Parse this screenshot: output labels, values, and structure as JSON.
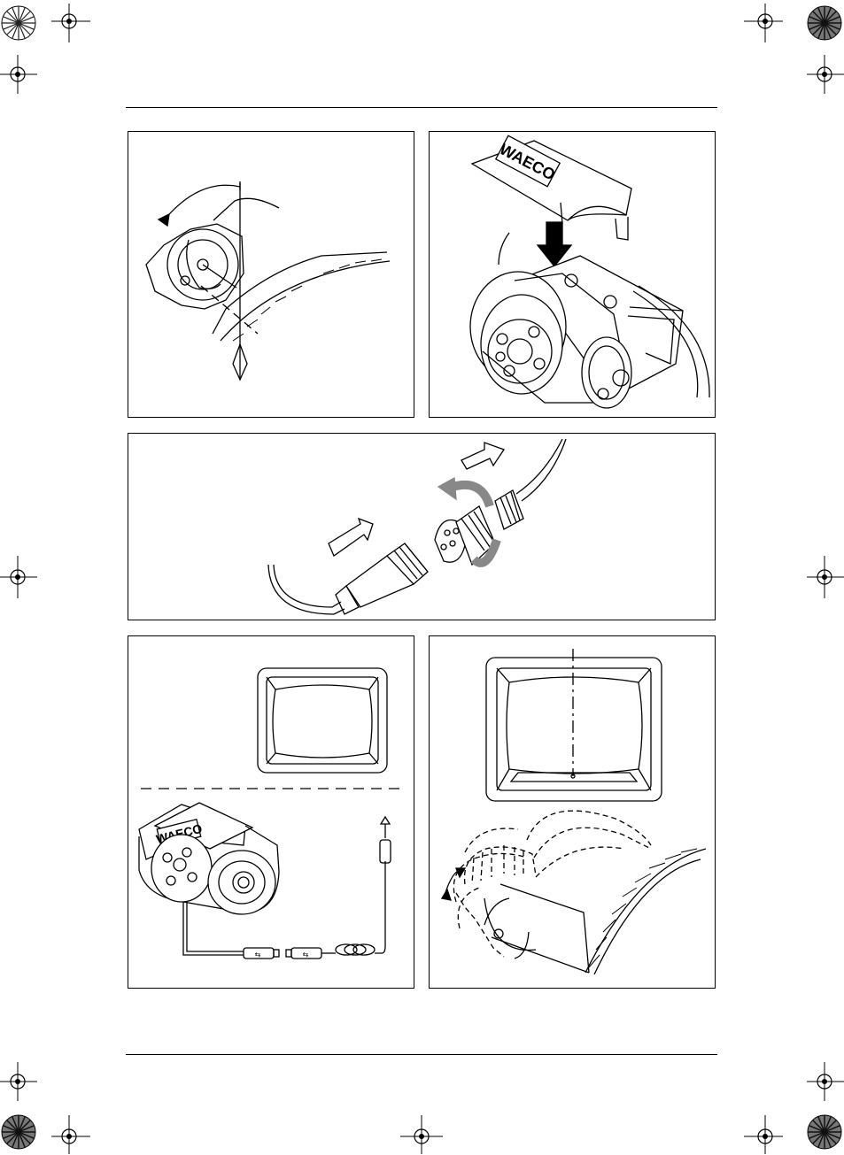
{
  "document": {
    "type": "installation-manual-page",
    "figures": [
      {
        "id": "fig-1",
        "description_icon": "camera-tilt-angle-icon"
      },
      {
        "id": "fig-2",
        "description_icon": "camera-cover-mount-icon"
      },
      {
        "id": "fig-3",
        "description_icon": "cable-connector-icon"
      },
      {
        "id": "fig-4",
        "description_icon": "monitor-camera-cable-icon"
      },
      {
        "id": "fig-5",
        "description_icon": "monitor-camera-adjust-icon"
      }
    ]
  },
  "labels": {
    "brand_on_cover": "WAECO",
    "brand_on_camera": "WAECO"
  },
  "colors": {
    "ink": "#000000",
    "paper": "#ffffff",
    "arrow_gray": "#9a9a9a",
    "registration_dark": "#222222"
  }
}
